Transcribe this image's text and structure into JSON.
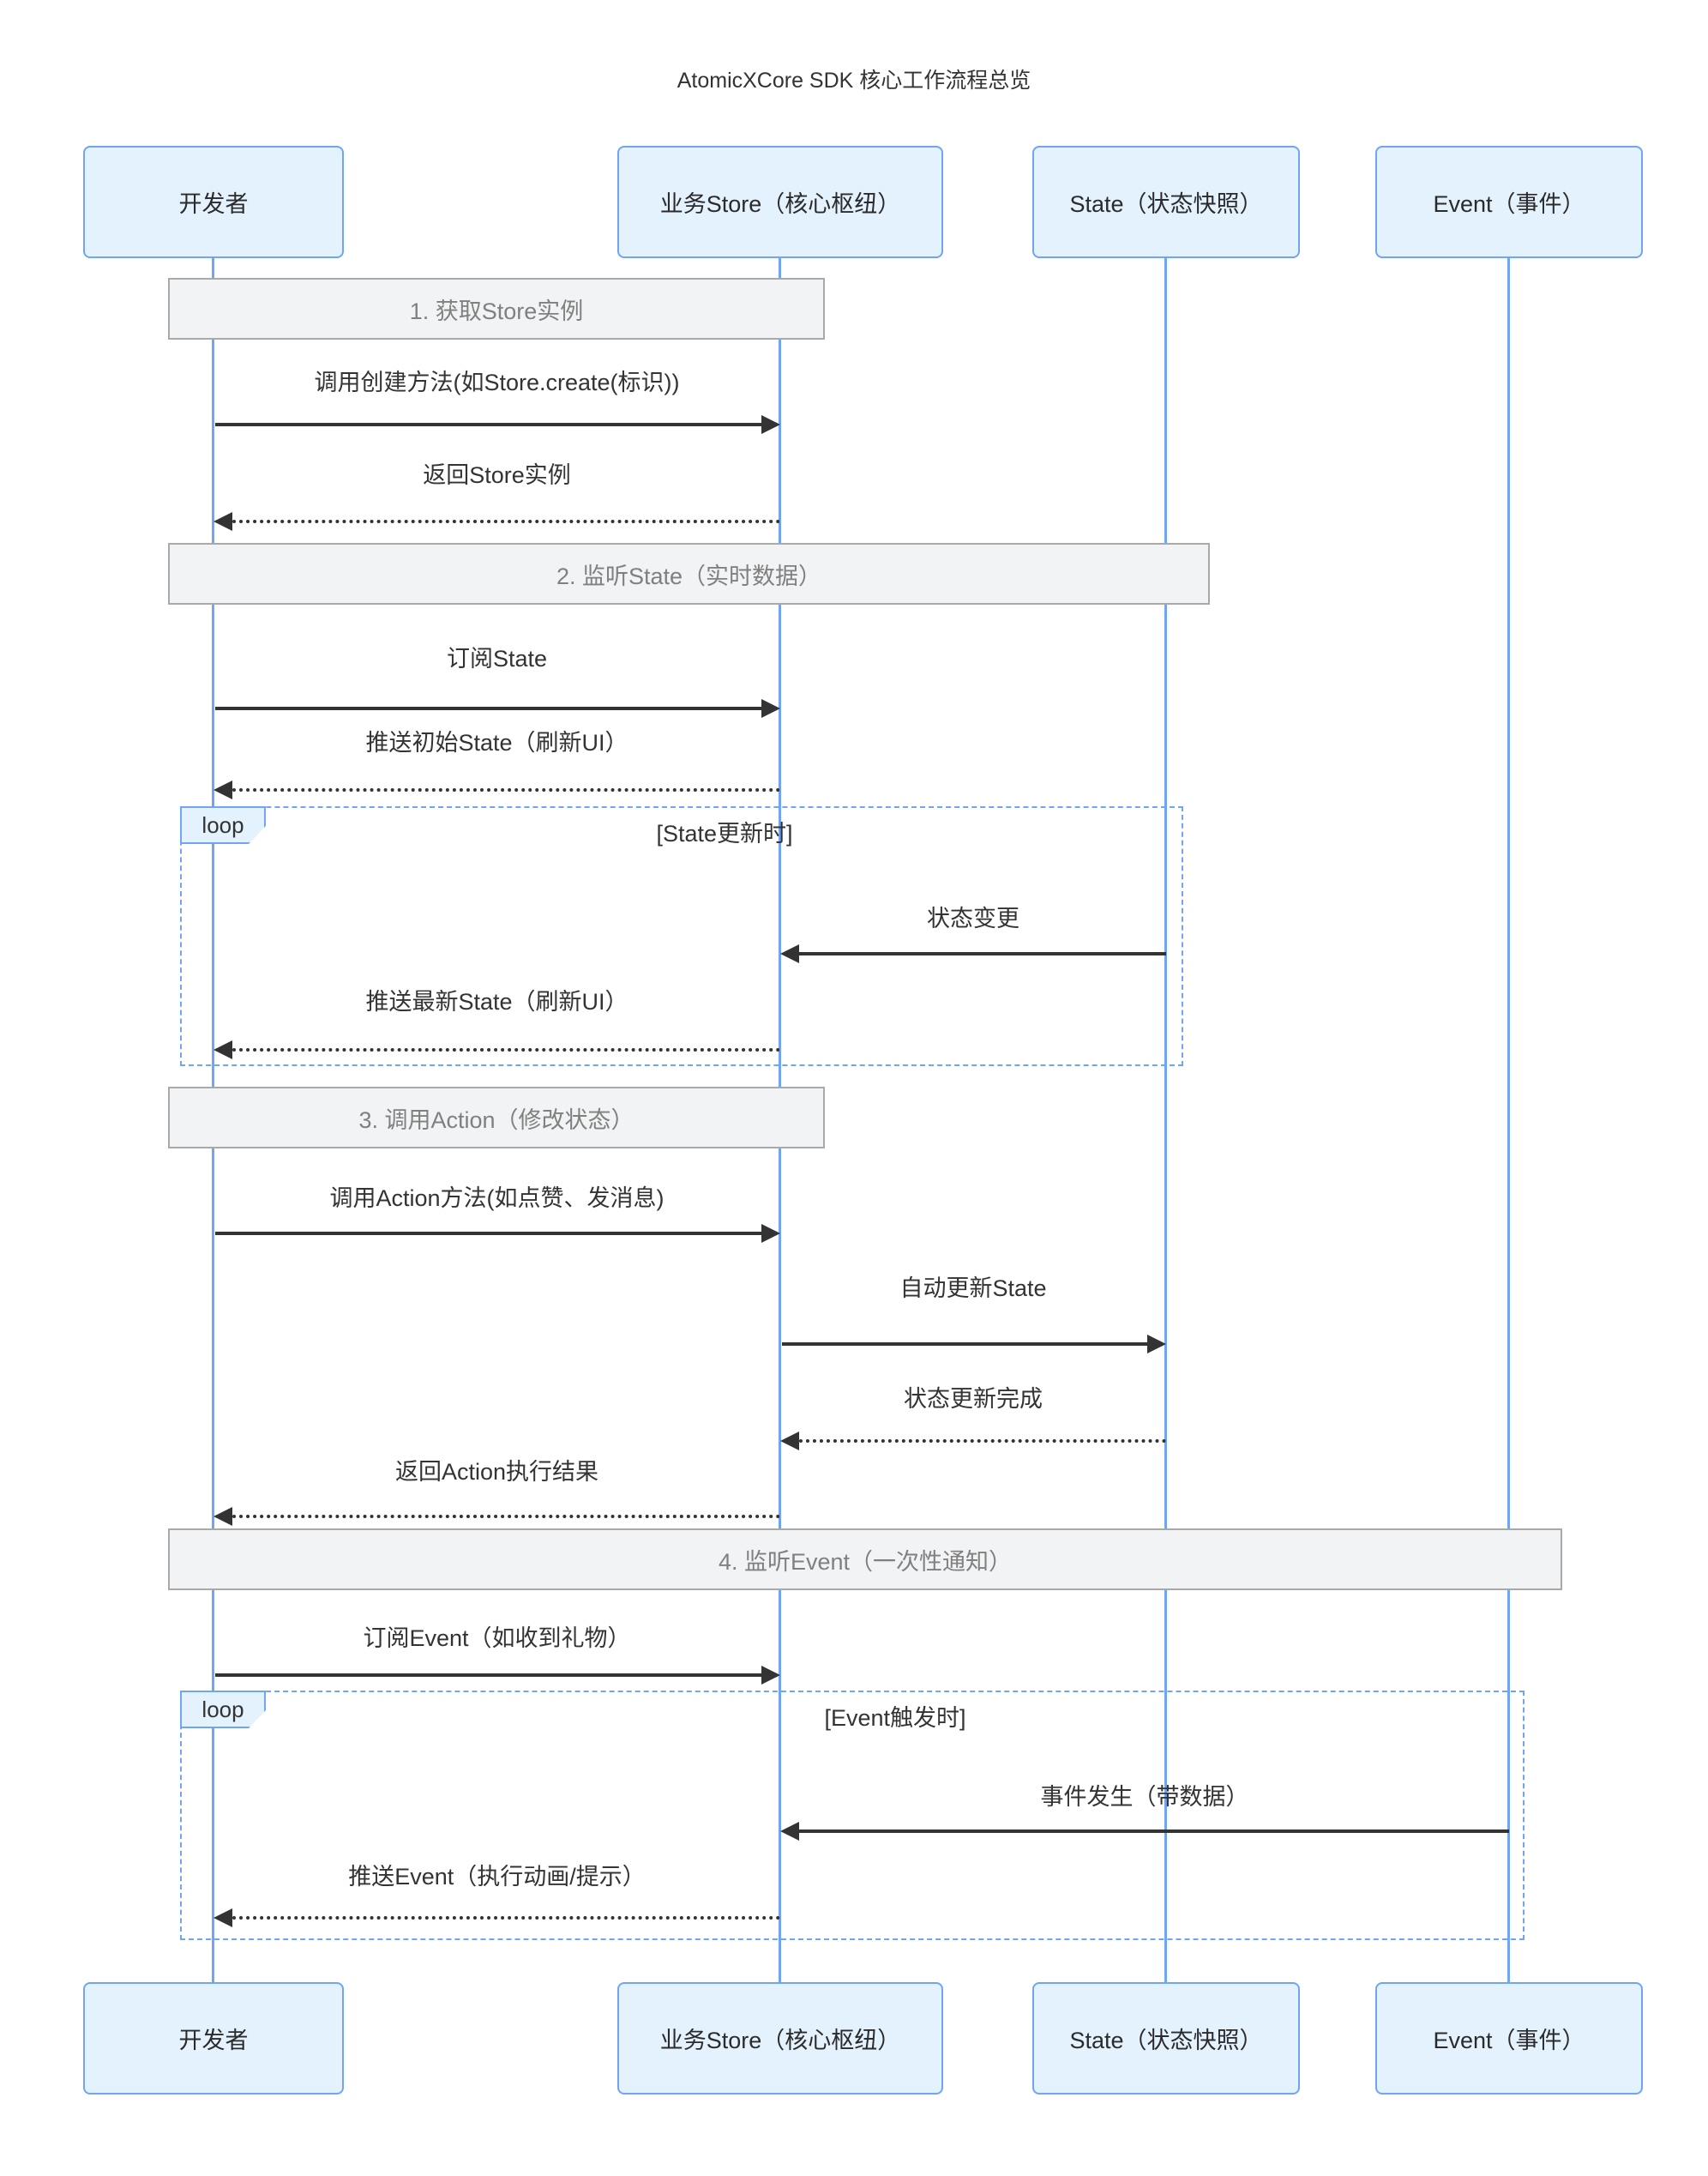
{
  "title": "AtomicXCore SDK 核心工作流程总览",
  "actors": [
    {
      "label": "开发者"
    },
    {
      "label": "业务Store（核心枢纽）"
    },
    {
      "label": "State（状态快照）"
    },
    {
      "label": "Event（事件）"
    }
  ],
  "sections": [
    {
      "label": "1. 获取Store实例"
    },
    {
      "label": "2. 监听State（实时数据）"
    },
    {
      "label": "3. 调用Action（修改状态）"
    },
    {
      "label": "4. 监听Event（一次性通知）"
    }
  ],
  "loops": [
    {
      "label": "loop",
      "condition": "[State更新时]"
    },
    {
      "label": "loop",
      "condition": "[Event触发时]"
    }
  ],
  "messages": [
    {
      "label": "调用创建方法(如Store.create(标识))",
      "from": "开发者",
      "to": "业务Store（核心枢纽）",
      "style": "solid"
    },
    {
      "label": "返回Store实例",
      "from": "业务Store（核心枢纽）",
      "to": "开发者",
      "style": "dotted"
    },
    {
      "label": "订阅State",
      "from": "开发者",
      "to": "业务Store（核心枢纽）",
      "style": "solid"
    },
    {
      "label": "推送初始State（刷新UI）",
      "from": "业务Store（核心枢纽）",
      "to": "开发者",
      "style": "dotted"
    },
    {
      "label": "状态变更",
      "from": "State（状态快照）",
      "to": "业务Store（核心枢纽）",
      "style": "solid"
    },
    {
      "label": "推送最新State（刷新UI）",
      "from": "业务Store（核心枢纽）",
      "to": "开发者",
      "style": "dotted"
    },
    {
      "label": "调用Action方法(如点赞、发消息)",
      "from": "开发者",
      "to": "业务Store（核心枢纽）",
      "style": "solid"
    },
    {
      "label": "自动更新State",
      "from": "业务Store（核心枢纽）",
      "to": "State（状态快照）",
      "style": "solid"
    },
    {
      "label": "状态更新完成",
      "from": "State（状态快照）",
      "to": "业务Store（核心枢纽）",
      "style": "dotted"
    },
    {
      "label": "返回Action执行结果",
      "from": "业务Store（核心枢纽）",
      "to": "开发者",
      "style": "dotted"
    },
    {
      "label": "订阅Event（如收到礼物）",
      "from": "开发者",
      "to": "业务Store（核心枢纽）",
      "style": "solid"
    },
    {
      "label": "事件发生（带数据）",
      "from": "Event（事件）",
      "to": "业务Store（核心枢纽）",
      "style": "solid"
    },
    {
      "label": "推送Event（执行动画/提示）",
      "from": "业务Store（核心枢纽）",
      "to": "开发者",
      "style": "dotted"
    }
  ],
  "colors": {
    "accent_blue": "#6FA5F2",
    "actor_fill": "#E4F2FD",
    "section_fill": "#F2F3F4",
    "section_border": "#A9A9A9",
    "section_text": "#808080",
    "ink": "#333333",
    "background": "#FFFFFF"
  }
}
